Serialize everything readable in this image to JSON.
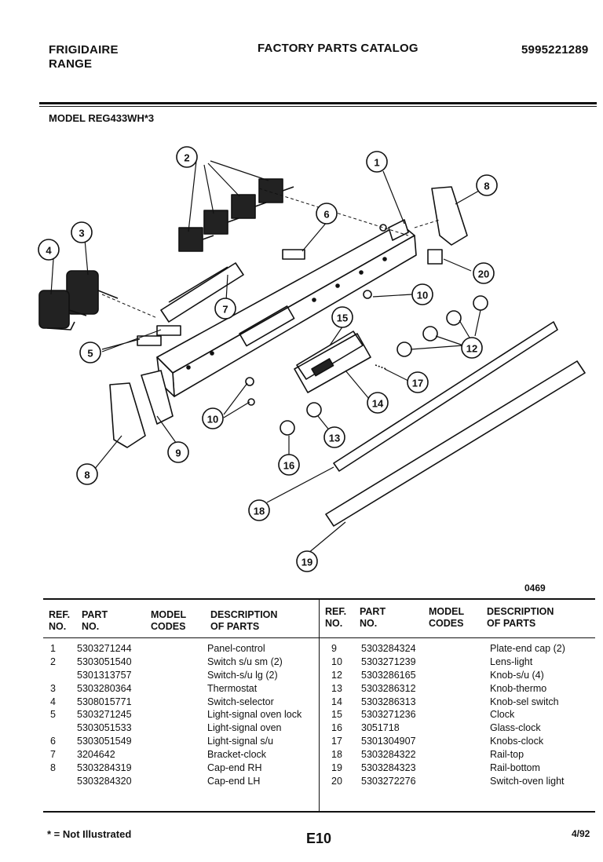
{
  "header": {
    "brand_line1": "FRIGIDAIRE",
    "brand_line2": "RANGE",
    "catalog_title": "FACTORY PARTS CATALOG",
    "catalog_number": "5995221289",
    "model": "MODEL REG433WH*3"
  },
  "figure_number": "0469",
  "callouts": [
    "1",
    "2",
    "3",
    "4",
    "5",
    "6",
    "7",
    "8",
    "8",
    "9",
    "10",
    "10",
    "12",
    "13",
    "14",
    "15",
    "16",
    "17",
    "18",
    "19",
    "20"
  ],
  "table_headers": {
    "ref_no": [
      "REF.",
      "NO."
    ],
    "part_no": [
      "PART",
      "NO."
    ],
    "model_codes": [
      "MODEL",
      "CODES"
    ],
    "description": [
      "DESCRIPTION",
      "OF PARTS"
    ]
  },
  "left_rows": [
    {
      "ref": "1",
      "part": "5303271244",
      "desc": "Panel-control"
    },
    {
      "ref": "2",
      "part": "5303051540",
      "desc": "Switch s/u sm (2)"
    },
    {
      "ref": "",
      "part": "5301313757",
      "desc": "Switch-s/u lg (2)"
    },
    {
      "ref": "3",
      "part": "5303280364",
      "desc": "Thermostat"
    },
    {
      "ref": "4",
      "part": "5308015771",
      "desc": "Switch-selector"
    },
    {
      "ref": "5",
      "part": "5303271245",
      "desc": "Light-signal oven lock"
    },
    {
      "ref": "",
      "part": "5303051533",
      "desc": "Light-signal oven"
    },
    {
      "ref": "6",
      "part": "5303051549",
      "desc": "Light-signal s/u"
    },
    {
      "ref": "7",
      "part": "3204642",
      "desc": "Bracket-clock"
    },
    {
      "ref": "8",
      "part": "5303284319",
      "desc": "Cap-end RH"
    },
    {
      "ref": "",
      "part": "5303284320",
      "desc": "Cap-end LH"
    }
  ],
  "right_rows": [
    {
      "ref": "9",
      "part": "5303284324",
      "desc": "Plate-end cap (2)"
    },
    {
      "ref": "10",
      "part": "5303271239",
      "desc": "Lens-light"
    },
    {
      "ref": "12",
      "part": "5303286165",
      "desc": "Knob-s/u (4)"
    },
    {
      "ref": "13",
      "part": "5303286312",
      "desc": "Knob-thermo"
    },
    {
      "ref": "14",
      "part": "5303286313",
      "desc": "Knob-sel switch"
    },
    {
      "ref": "15",
      "part": "5303271236",
      "desc": "Clock"
    },
    {
      "ref": "16",
      "part": "3051718",
      "desc": "Glass-clock"
    },
    {
      "ref": "17",
      "part": "5301304907",
      "desc": "Knobs-clock"
    },
    {
      "ref": "18",
      "part": "5303284322",
      "desc": "Rail-top"
    },
    {
      "ref": "19",
      "part": "5303284323",
      "desc": "Rail-bottom"
    },
    {
      "ref": "20",
      "part": "5303272276",
      "desc": "Switch-oven light"
    }
  ],
  "footer": {
    "footnote": "* = Not Illustrated",
    "page_id": "E10",
    "date": "4/92"
  }
}
